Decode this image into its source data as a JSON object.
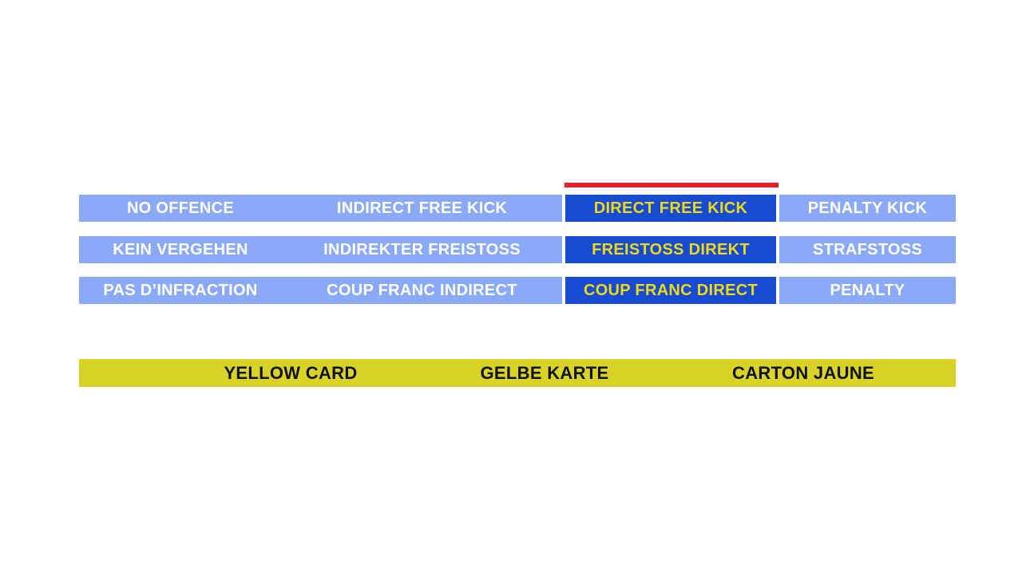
{
  "colors": {
    "option_bg": "#8aa9f7",
    "option_text": "#ffffff",
    "selected_bg": "#164bd2",
    "selected_text": "#eeda18",
    "selected_marker": "#ee1c2b",
    "card_bar_bg": "#d9d328",
    "card_bar_text": "#111111",
    "page_bg": "#ffffff"
  },
  "decision_grid": {
    "selected_column_index": 2,
    "rows": [
      {
        "language": "english",
        "options": [
          {
            "label": "NO OFFENCE",
            "selected": false
          },
          {
            "label": "INDIRECT FREE KICK",
            "selected": false
          },
          {
            "label": "DIRECT FREE KICK",
            "selected": true
          },
          {
            "label": "PENALTY KICK",
            "selected": false
          }
        ]
      },
      {
        "language": "german",
        "options": [
          {
            "label": "KEIN VERGEHEN",
            "selected": false
          },
          {
            "label": "INDIREKTER FREISTOSS",
            "selected": false
          },
          {
            "label": "FREISTOSS DIREKT",
            "selected": true
          },
          {
            "label": "STRAFSTOSS",
            "selected": false
          }
        ]
      },
      {
        "language": "french",
        "options": [
          {
            "label": "PAS D’INFRACTION",
            "selected": false
          },
          {
            "label": "COUP FRANC INDIRECT",
            "selected": false
          },
          {
            "label": "COUP FRANC DIRECT",
            "selected": true
          },
          {
            "label": "PENALTY",
            "selected": false
          }
        ]
      }
    ]
  },
  "card_bar": {
    "labels": [
      "YELLOW CARD",
      "GELBE KARTE",
      "CARTON JAUNE"
    ]
  }
}
